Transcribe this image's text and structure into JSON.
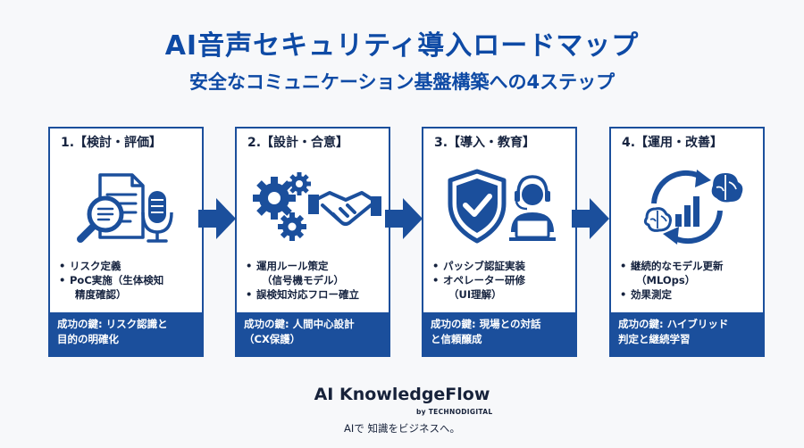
{
  "header": {
    "title": "AI音声セキュリティ導入ロードマップ",
    "subtitle": "安全なコミュニケーション基盤構築への4ステップ"
  },
  "colors": {
    "accent": "#1b4f9c",
    "title": "#0e4aa5",
    "text": "#16233f",
    "background": "#f7f8fa"
  },
  "steps": [
    {
      "heading": "1.【検討・評価】",
      "icon": "document-search-microphone-icon",
      "items": [
        {
          "text": "リスク定義",
          "sub": ""
        },
        {
          "text": "PoC実施（生体検知",
          "sub": "精度確認）"
        }
      ],
      "key_line1": "成功の鍵: リスク認識と",
      "key_line2": "目的の明確化"
    },
    {
      "heading": "2.【設計・合意】",
      "icon": "gears-handshake-icon",
      "items": [
        {
          "text": "運用ルール策定",
          "sub": "（信号機モデル）"
        },
        {
          "text": "誤検知対応フロー確立",
          "sub": ""
        }
      ],
      "key_line1": "成功の鍵: 人間中心設計",
      "key_line2": "（CX保護）"
    },
    {
      "heading": "3.【導入・教育】",
      "icon": "shield-operator-icon",
      "items": [
        {
          "text": "パッシブ認証実装",
          "sub": ""
        },
        {
          "text": "オペレーター研修",
          "sub": "（UI理解）"
        }
      ],
      "key_line1": "成功の鍵: 現場との対話",
      "key_line2": "と信頼醸成"
    },
    {
      "heading": "4.【運用・改善】",
      "icon": "cycle-brain-chart-icon",
      "items": [
        {
          "text": "継続的なモデル更新",
          "sub": "（MLOps）"
        },
        {
          "text": "効果測定",
          "sub": ""
        }
      ],
      "key_line1": "成功の鍵: ハイブリッド",
      "key_line2": "判定と継続学習"
    }
  ],
  "footer": {
    "brand": "AI KnowledgeFlow",
    "by": "by TECHNODIGITAL",
    "tagline": "AIで 知識をビジネスへ。"
  }
}
